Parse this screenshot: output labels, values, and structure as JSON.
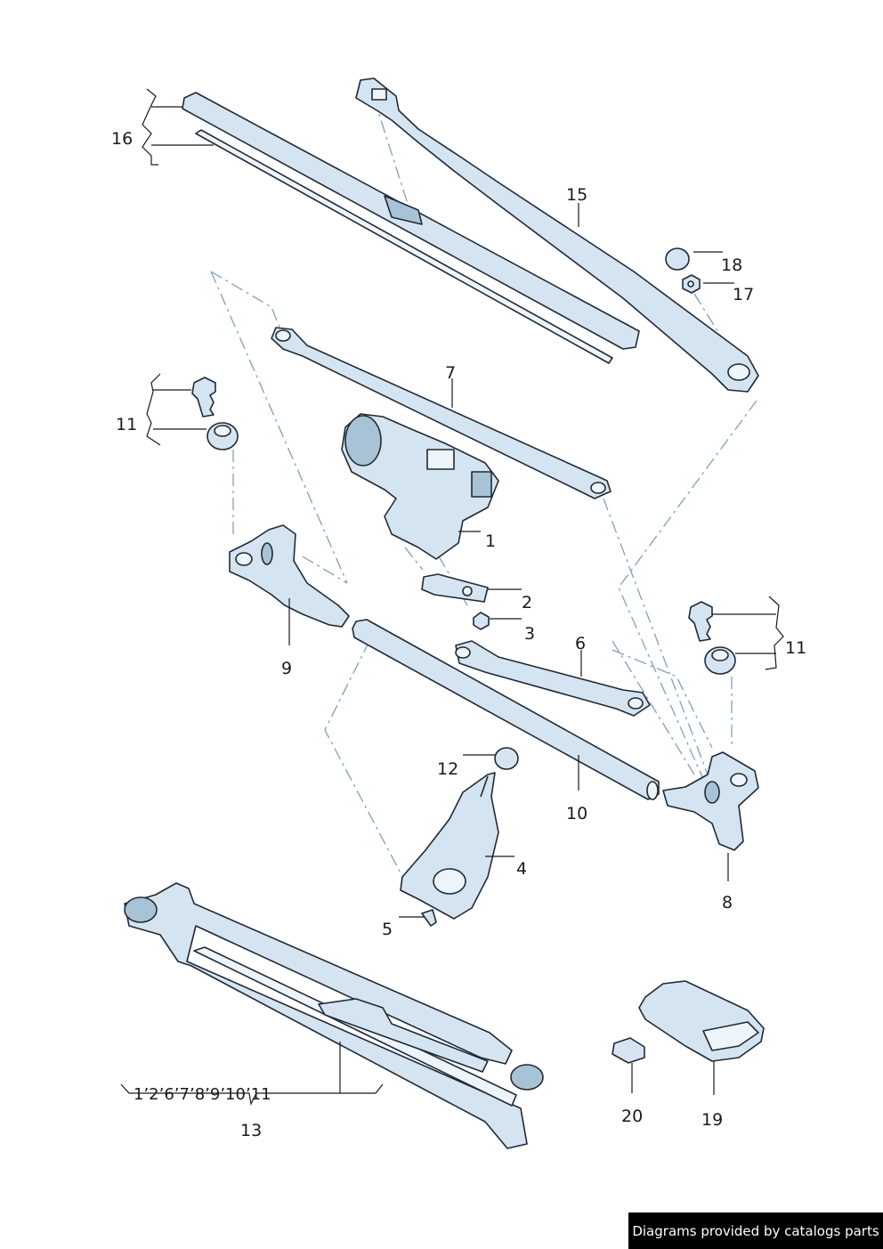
{
  "callouts": {
    "c1": "1",
    "c2": "2",
    "c3": "3",
    "c4": "4",
    "c5": "5",
    "c6": "6",
    "c7": "7",
    "c8": "8",
    "c9": "9",
    "c10": "10",
    "c11_left": "11",
    "c11_right": "11",
    "c12": "12",
    "c13": "13",
    "c13_group": "1’2’6’7’8’9’10’11",
    "c15": "15",
    "c16": "16",
    "c17": "17",
    "c18": "18",
    "c19": "19",
    "c20": "20"
  },
  "footer": {
    "credit": "Diagrams provided by catalogs parts"
  },
  "icons": [
    "wiper-blade",
    "wiper-arm",
    "wiper-motor",
    "linkage-rod",
    "pivot-bearing",
    "crossmember-tube",
    "rain-sensor",
    "connector",
    "nut",
    "cap",
    "rubber-grommet",
    "bracket",
    "screw"
  ],
  "colors": {
    "part": "#d4e4f0",
    "outline": "#1f2a36",
    "dashed": "#7fa0b8",
    "footer_bg": "#000000"
  }
}
